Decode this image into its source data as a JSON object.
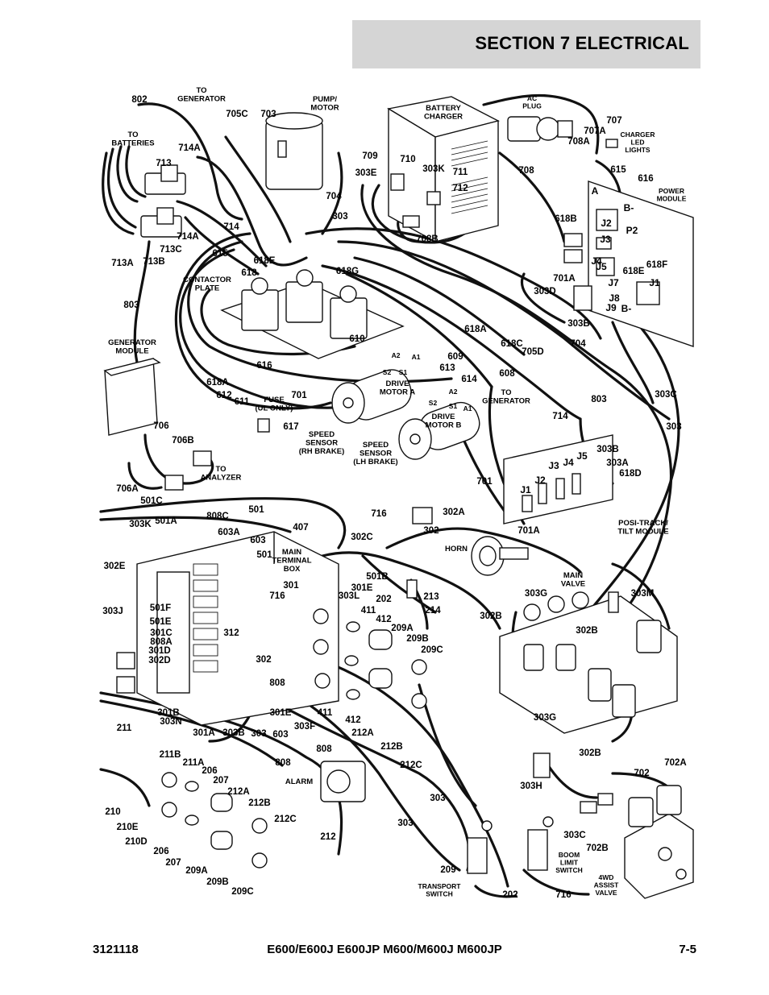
{
  "header": {
    "title": "SECTION 7   ELECTRICAL"
  },
  "footer": {
    "doc_number": "3121118",
    "models": "E600/E600J E600JP M600/M600J M600JP",
    "page": "7-5"
  },
  "labels": [
    {
      "id": "802-top",
      "text": "802"
    },
    {
      "id": "to-generator-top",
      "lines": [
        "TO",
        "GENERATOR"
      ]
    },
    {
      "id": "705c",
      "text": "705C"
    },
    {
      "id": "703",
      "text": "703"
    },
    {
      "id": "pump-motor",
      "lines": [
        "PUMP/",
        "MOTOR"
      ]
    },
    {
      "id": "battery-charger",
      "lines": [
        "BATTERY",
        "CHARGER"
      ]
    },
    {
      "id": "ac-plug",
      "lines": [
        "AC",
        "PLUG"
      ]
    },
    {
      "id": "707",
      "text": "707"
    },
    {
      "id": "707a",
      "text": "707A"
    },
    {
      "id": "708a",
      "text": "708A"
    },
    {
      "id": "charger-led",
      "lines": [
        "CHARGER",
        "LED",
        "LIGHTS"
      ]
    },
    {
      "id": "to-batteries",
      "lines": [
        "TO",
        "BATTERIES"
      ]
    },
    {
      "id": "714a-top",
      "text": "714A"
    },
    {
      "id": "713",
      "text": "713"
    },
    {
      "id": "709",
      "text": "709"
    },
    {
      "id": "710",
      "text": "710"
    },
    {
      "id": "303e",
      "text": "303E"
    },
    {
      "id": "303k-top",
      "text": "303K"
    },
    {
      "id": "711",
      "text": "711"
    },
    {
      "id": "712",
      "text": "712"
    },
    {
      "id": "708",
      "text": "708"
    },
    {
      "id": "615-right",
      "text": "615"
    },
    {
      "id": "616-right",
      "text": "616"
    },
    {
      "id": "power-module",
      "lines": [
        "POWER",
        "MODULE"
      ]
    },
    {
      "id": "704-top",
      "text": "704"
    },
    {
      "id": "303-top",
      "text": "303"
    },
    {
      "id": "714",
      "text": "714"
    },
    {
      "id": "708b",
      "text": "708B"
    },
    {
      "id": "618b",
      "text": "618B"
    },
    {
      "id": "714a-low",
      "text": "714A"
    },
    {
      "id": "713c",
      "text": "713C"
    },
    {
      "id": "713a",
      "text": "713A"
    },
    {
      "id": "713b",
      "text": "713B"
    },
    {
      "id": "615-left",
      "text": "615"
    },
    {
      "id": "618e-top",
      "text": "618E"
    },
    {
      "id": "618",
      "text": "618"
    },
    {
      "id": "618g",
      "text": "618G"
    },
    {
      "id": "contactor-plate",
      "lines": [
        "CONTACTOR",
        "PLATE"
      ]
    },
    {
      "id": "618f",
      "text": "618F"
    },
    {
      "id": "618e-right",
      "text": "618E"
    },
    {
      "id": "701a-top",
      "text": "701A"
    },
    {
      "id": "303d",
      "text": "303D"
    },
    {
      "id": "803-left",
      "text": "803"
    },
    {
      "id": "303b-top",
      "text": "303B"
    },
    {
      "id": "618a-mid",
      "text": "618A"
    },
    {
      "id": "704-mid",
      "text": "704"
    },
    {
      "id": "generator-module",
      "lines": [
        "GENERATOR",
        "MODULE"
      ]
    },
    {
      "id": "610",
      "text": "610"
    },
    {
      "id": "618c",
      "text": "618C"
    },
    {
      "id": "705d",
      "text": "705D"
    },
    {
      "id": "609",
      "text": "609"
    },
    {
      "id": "616-mid",
      "text": "616"
    },
    {
      "id": "613",
      "text": "613"
    },
    {
      "id": "drive-motor-a",
      "lines": [
        "DRIVE",
        "MOTOR A"
      ]
    },
    {
      "id": "614",
      "text": "614"
    },
    {
      "id": "608",
      "text": "608"
    },
    {
      "id": "618a-left",
      "text": "618A"
    },
    {
      "id": "612",
      "text": "612"
    },
    {
      "id": "611",
      "text": "611"
    },
    {
      "id": "701-mid",
      "text": "701"
    },
    {
      "id": "fuse",
      "lines": [
        "FUSE",
        "(UL ONLY)"
      ]
    },
    {
      "id": "to-generator-mid",
      "lines": [
        "TO",
        "GENERATOR"
      ]
    },
    {
      "id": "803-right",
      "text": "803"
    },
    {
      "id": "303c-top",
      "text": "303C"
    },
    {
      "id": "706",
      "text": "706"
    },
    {
      "id": "617",
      "text": "617"
    },
    {
      "id": "drive-motor-b",
      "lines": [
        "DRIVE",
        "MOTOR B"
      ]
    },
    {
      "id": "714-low",
      "text": "714"
    },
    {
      "id": "303-right",
      "text": "303"
    },
    {
      "id": "706b",
      "text": "706B"
    },
    {
      "id": "speed-sensor-rh",
      "lines": [
        "SPEED",
        "SENSOR",
        "(RH BRAKE)"
      ]
    },
    {
      "id": "speed-sensor-lh",
      "lines": [
        "SPEED",
        "SENSOR",
        "(LH BRAKE)"
      ]
    },
    {
      "id": "303b-right",
      "text": "303B"
    },
    {
      "id": "303a",
      "text": "303A"
    },
    {
      "id": "618d",
      "text": "618D"
    },
    {
      "id": "to-analyzer",
      "lines": [
        "TO",
        "ANALYZER"
      ]
    },
    {
      "id": "706a",
      "text": "706A"
    },
    {
      "id": "501c",
      "text": "501C"
    },
    {
      "id": "501",
      "text": "501"
    },
    {
      "id": "701-low",
      "text": "701"
    },
    {
      "id": "716-top",
      "text": "716"
    },
    {
      "id": "302a",
      "text": "302A"
    },
    {
      "id": "808c",
      "text": "808C"
    },
    {
      "id": "303k-low",
      "text": "303K"
    },
    {
      "id": "501a",
      "text": "501A"
    },
    {
      "id": "603a",
      "text": "603A"
    },
    {
      "id": "407",
      "text": "407"
    },
    {
      "id": "603-top",
      "text": "603"
    },
    {
      "id": "302c",
      "text": "302C"
    },
    {
      "id": "302",
      "text": "302"
    },
    {
      "id": "701a-low",
      "text": "701A"
    },
    {
      "id": "posi-track",
      "lines": [
        "POSI-TRACK/",
        "TILT MODULE"
      ]
    },
    {
      "id": "horn",
      "text": "HORN"
    },
    {
      "id": "501-low",
      "text": "501"
    },
    {
      "id": "main-terminal",
      "lines": [
        "MAIN",
        "TERMINAL",
        "BOX"
      ]
    },
    {
      "id": "302e",
      "text": "302E"
    },
    {
      "id": "501b",
      "text": "501B"
    },
    {
      "id": "301",
      "text": "301"
    },
    {
      "id": "301e-top",
      "text": "301E"
    },
    {
      "id": "303l",
      "text": "303L"
    },
    {
      "id": "716-mid",
      "text": "716"
    },
    {
      "id": "main-valve",
      "lines": [
        "MAIN",
        "VALVE"
      ]
    },
    {
      "id": "213",
      "text": "213"
    },
    {
      "id": "303g-top",
      "text": "303G"
    },
    {
      "id": "303m",
      "text": "303M"
    },
    {
      "id": "202-mid",
      "text": "202"
    },
    {
      "id": "214",
      "text": "214"
    },
    {
      "id": "303j",
      "text": "303J"
    },
    {
      "id": "501f",
      "text": "501F"
    },
    {
      "id": "411-top",
      "text": "411"
    },
    {
      "id": "412-top",
      "text": "412"
    },
    {
      "id": "501e",
      "text": "501E"
    },
    {
      "id": "209a-top",
      "text": "209A"
    },
    {
      "id": "302b-left",
      "text": "302B"
    },
    {
      "id": "301c",
      "text": "301C"
    },
    {
      "id": "312",
      "text": "312"
    },
    {
      "id": "209b-top",
      "text": "209B"
    },
    {
      "id": "302b-right",
      "text": "302B"
    },
    {
      "id": "808a",
      "text": "808A"
    },
    {
      "id": "209c-top",
      "text": "209C"
    },
    {
      "id": "301d",
      "text": "301D"
    },
    {
      "id": "302d",
      "text": "302D"
    },
    {
      "id": "302-low",
      "text": "302"
    },
    {
      "id": "808-mid",
      "text": "808"
    },
    {
      "id": "301b",
      "text": "301B"
    },
    {
      "id": "303n",
      "text": "303N"
    },
    {
      "id": "301e-low",
      "text": "301E"
    },
    {
      "id": "411-low",
      "text": "411"
    },
    {
      "id": "412-low",
      "text": "412"
    },
    {
      "id": "303g-low",
      "text": "303G"
    },
    {
      "id": "303f",
      "text": "303F"
    },
    {
      "id": "211",
      "text": "211"
    },
    {
      "id": "301a",
      "text": "301A"
    },
    {
      "id": "303b-low",
      "text": "303B"
    },
    {
      "id": "303-low",
      "text": "303"
    },
    {
      "id": "603-low",
      "text": "603"
    },
    {
      "id": "212a-top",
      "text": "212A"
    },
    {
      "id": "212b-top",
      "text": "212B"
    },
    {
      "id": "302b-low",
      "text": "302B"
    },
    {
      "id": "211b",
      "text": "211B"
    },
    {
      "id": "211a",
      "text": "211A"
    },
    {
      "id": "808-low",
      "text": "808"
    },
    {
      "id": "808-lower",
      "text": "808"
    },
    {
      "id": "212c-top",
      "text": "212C"
    },
    {
      "id": "702a",
      "text": "702A"
    },
    {
      "id": "206-top",
      "text": "206"
    },
    {
      "id": "207-top",
      "text": "207"
    },
    {
      "id": "alarm",
      "text": "ALARM"
    },
    {
      "id": "702",
      "text": "702"
    },
    {
      "id": "212a-low",
      "text": "212A"
    },
    {
      "id": "303h",
      "text": "303H"
    },
    {
      "id": "303-lower",
      "text": "303"
    },
    {
      "id": "210",
      "text": "210"
    },
    {
      "id": "212b-low",
      "text": "212B"
    },
    {
      "id": "210e",
      "text": "210E"
    },
    {
      "id": "212c-low",
      "text": "212C"
    },
    {
      "id": "303-bottom",
      "text": "303"
    },
    {
      "id": "303c-low",
      "text": "303C"
    },
    {
      "id": "702b",
      "text": "702B"
    },
    {
      "id": "210d",
      "text": "210D"
    },
    {
      "id": "212",
      "text": "212"
    },
    {
      "id": "206-low",
      "text": "206"
    },
    {
      "id": "boom-limit",
      "lines": [
        "BOOM",
        "LIMIT",
        "SWITCH"
      ]
    },
    {
      "id": "207-low",
      "text": "207"
    },
    {
      "id": "209",
      "text": "209"
    },
    {
      "id": "209a-low",
      "text": "209A"
    },
    {
      "id": "4wd-assist",
      "lines": [
        "4WD",
        "ASSIST",
        "VALVE"
      ]
    },
    {
      "id": "209b-low",
      "text": "209B"
    },
    {
      "id": "transport-switch",
      "lines": [
        "TRANSPORT",
        "SWITCH"
      ]
    },
    {
      "id": "202-low",
      "text": "202"
    },
    {
      "id": "716-low",
      "text": "716"
    },
    {
      "id": "209c-low",
      "text": "209C"
    }
  ],
  "terminals": {
    "motor_a": [
      "A2",
      "A1",
      "S2",
      "S1"
    ],
    "motor_b": [
      "A2",
      "S2",
      "S1",
      "A1"
    ],
    "power_module": [
      "A",
      "B-",
      "P2",
      "J2",
      "J3",
      "J4",
      "J5",
      "J7",
      "J1",
      "J8",
      "J9",
      "B-"
    ],
    "posi_track": [
      "J1",
      "J2",
      "J3",
      "J4",
      "J5"
    ]
  }
}
